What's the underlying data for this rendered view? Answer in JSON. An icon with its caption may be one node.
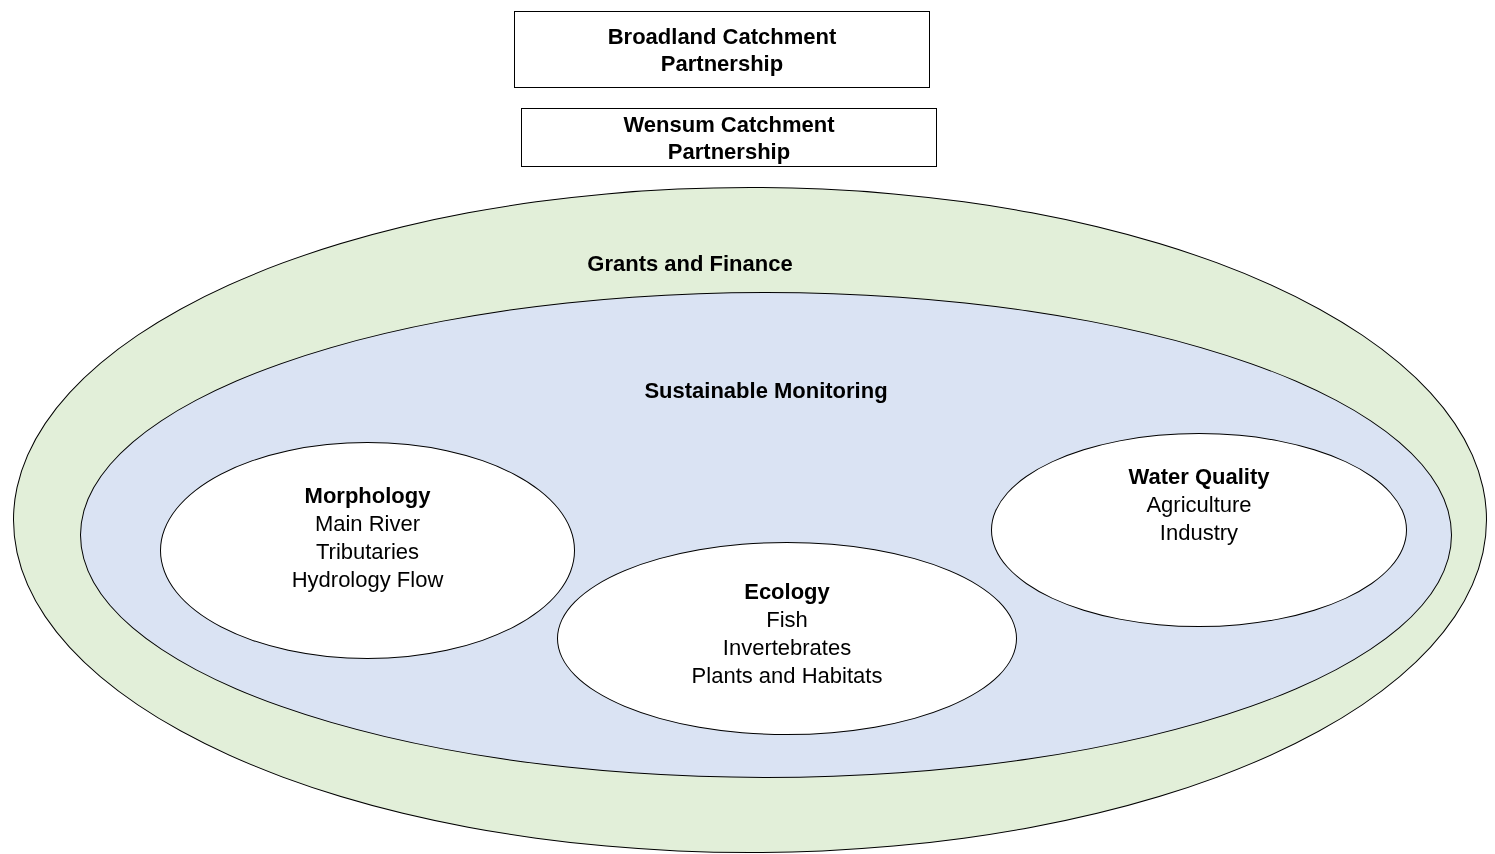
{
  "diagram": {
    "nodes": [
      {
        "text": [
          "Broadland Catchment Partnership"
        ]
      },
      {
        "text": [
          "Wensum Catchment Partnership"
        ]
      },
      {
        "text": [
          "Grants and Finance"
        ]
      },
      {
        "text": [
          "Sustainable Monitoring"
        ],
        "in": 2
      },
      {
        "text": [
          "Morphology",
          "Main River",
          "Tributaries",
          "Hydrology Flow"
        ],
        "in": 3
      },
      {
        "text": [
          "Ecology",
          "Fish",
          "Invertebrates",
          "Plants and Habitats"
        ],
        "in": 3
      },
      {
        "text": [
          "Water Quality",
          "Agriculture",
          "Industry"
        ],
        "in": 3
      }
    ]
  }
}
